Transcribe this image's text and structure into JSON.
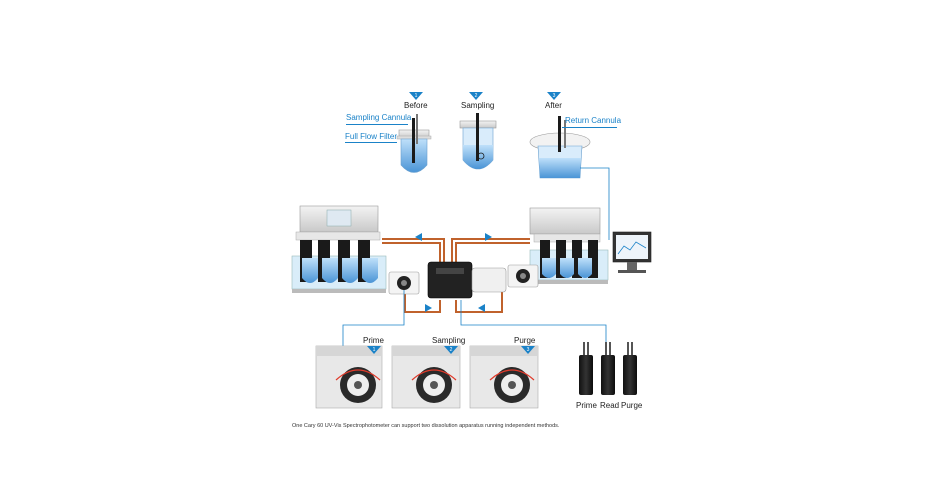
{
  "vessels": {
    "before": {
      "step": "1",
      "title": "Before"
    },
    "sampling": {
      "step": "2",
      "title": "Sampling"
    },
    "after": {
      "step": "3",
      "title": "After"
    },
    "sampling_cannula_label": "Sampling Cannula",
    "full_flow_filter_label": "Full Flow Filter",
    "return_cannula_label": "Return Cannula"
  },
  "pump_modes": [
    {
      "label": "Prime",
      "step": "1"
    },
    {
      "label": "Sampling",
      "step": "2"
    },
    {
      "label": "Purge",
      "step": "3"
    }
  ],
  "valve_labels": [
    "Prime",
    "Read",
    "Purge"
  ],
  "caption": "One Cary 60 UV-Vis Spectrophotometer can support two dissolution apparatus running independent methods.",
  "colors": {
    "accent_blue": "#1a82c8",
    "tubing_orange": "#c0622c",
    "water_blue": "#7fb8e8"
  }
}
